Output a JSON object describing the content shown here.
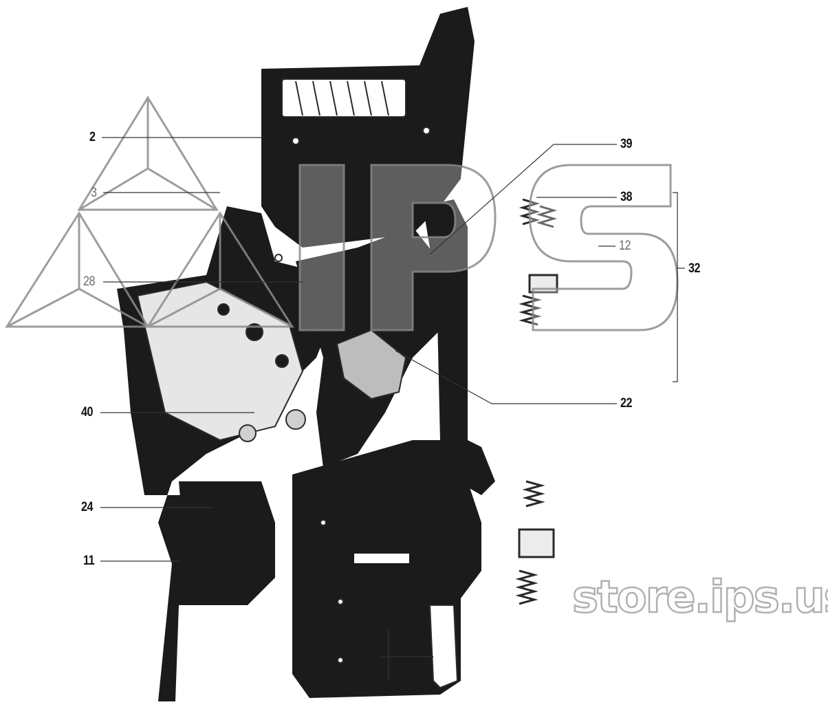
{
  "callouts": [
    {
      "id": "2",
      "text": "2"
    },
    {
      "id": "3",
      "text": "3"
    },
    {
      "id": "28",
      "text": "28"
    },
    {
      "id": "40",
      "text": "40"
    },
    {
      "id": "24",
      "text": "24"
    },
    {
      "id": "11",
      "text": "11"
    },
    {
      "id": "39",
      "text": "39"
    },
    {
      "id": "38",
      "text": "38"
    },
    {
      "id": "12",
      "text": "12"
    },
    {
      "id": "32",
      "text": "32"
    },
    {
      "id": "22",
      "text": "22"
    }
  ],
  "watermark": {
    "logo_text": "IPS",
    "site": "store.ips.us"
  }
}
